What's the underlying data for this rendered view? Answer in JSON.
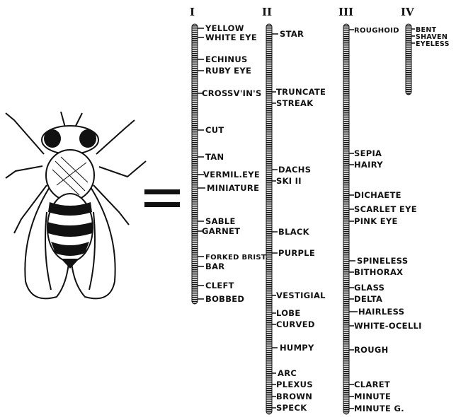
{
  "chromosomes": [
    {
      "numeral": "I",
      "genes": [
        "YELLOW",
        "WHITE EYE",
        "ECHINUS",
        "RUBY EYE",
        "CROSSV'IN'S",
        "CUT",
        "TAN",
        "VERMIL.EYE",
        "MINIATURE",
        "SABLE",
        "GARNET",
        "FORKED BRIST.",
        "BAR",
        "CLEFT",
        "BOBBED"
      ]
    },
    {
      "numeral": "II",
      "genes": [
        "STAR",
        "TRUNCATE",
        "STREAK",
        "DACHS",
        "SKI II",
        "BLACK",
        "PURPLE",
        "VESTIGIAL",
        "LOBE",
        "CURVED",
        "HUMPY",
        "ARC",
        "PLEXUS",
        "BROWN",
        "SPECK"
      ]
    },
    {
      "numeral": "III",
      "genes": [
        "ROUGHOID",
        "SEPIA",
        "HAIRY",
        "DICHAETE",
        "SCARLET EYE",
        "PINK EYE",
        "SPINELESS",
        "BITHORAX",
        "GLASS",
        "DELTA",
        "HAIRLESS",
        "WHITE-OCELLI",
        "ROUGH",
        "CLARET",
        "MINUTE",
        "MINUTE G."
      ]
    },
    {
      "numeral": "IV",
      "genes": [
        "BENT",
        "SHAVEN",
        "EYELESS"
      ]
    }
  ],
  "colors": {
    "ink": "#111111",
    "background": "#ffffff"
  }
}
